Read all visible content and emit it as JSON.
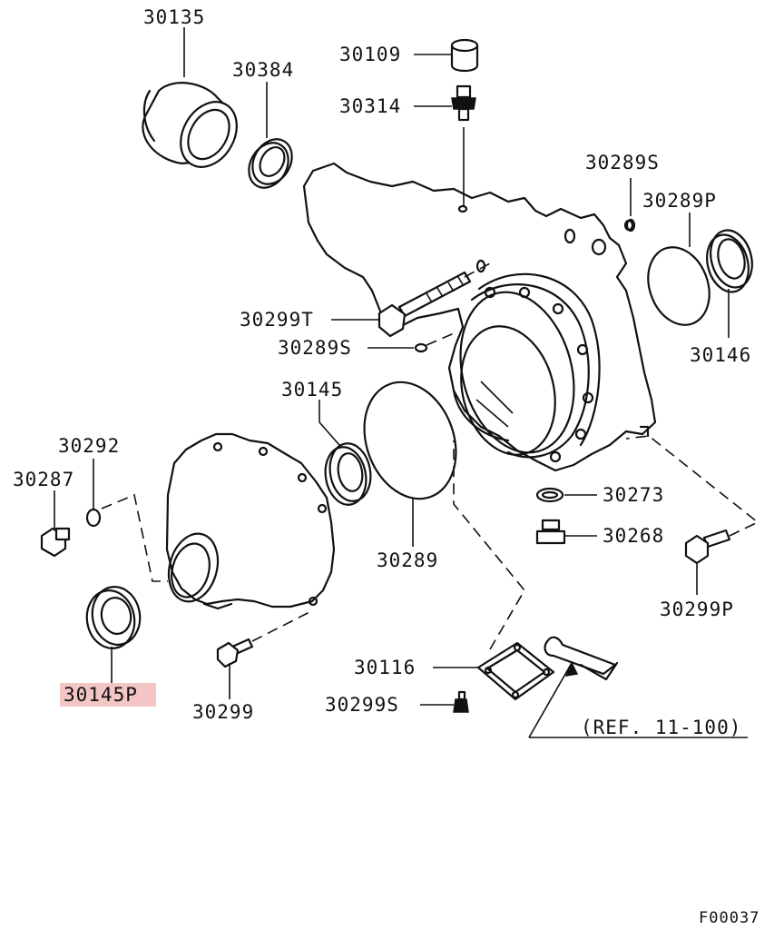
{
  "colors": {
    "highlight": "#f4c5c5",
    "ink": "#111111",
    "background": "#ffffff"
  },
  "labels": {
    "p30135": "30135",
    "p30384": "30384",
    "p30109": "30109",
    "p30314": "30314",
    "p30289S_top": "30289S",
    "p30289P": "30289P",
    "p30146": "30146",
    "p30299T": "30299T",
    "p30289S_mid": "30289S",
    "p30145": "30145",
    "p30292": "30292",
    "p30287": "30287",
    "p30289": "30289",
    "p30273": "30273",
    "p30268": "30268",
    "p30299P": "30299P",
    "p30145P": "30145P",
    "p30299": "30299",
    "p30116": "30116",
    "p30299S": "30299S",
    "ref": "(REF. 11-100)",
    "figure_code": "F00037"
  },
  "highlighted_part": "30145P"
}
